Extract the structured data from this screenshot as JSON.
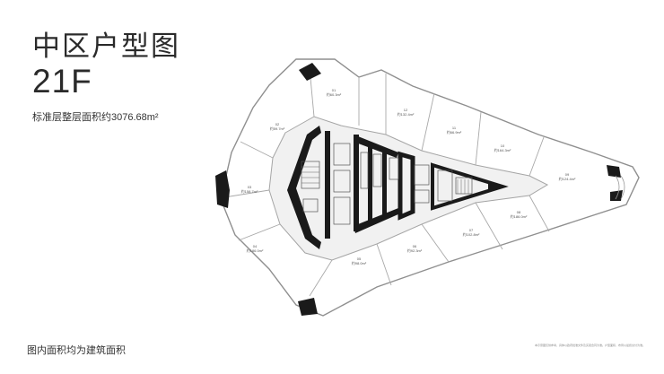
{
  "header": {
    "title": "中区户型图",
    "floor": "21F",
    "area_text": "标准层整层面积约3076.68m²"
  },
  "footer": {
    "note": "图内面积均为建筑面积",
    "disclaimer": "本示意图仅供参考，具体以政府批准文件及买卖合同为准。户型面积、布局以最终交付为准。"
  },
  "units": [
    {
      "id": "01",
      "area": "约60.3m²"
    },
    {
      "id": "02",
      "area": "约59.7m²"
    },
    {
      "id": "03",
      "area": "约158.7m²"
    },
    {
      "id": "04",
      "area": "约186.0m²"
    },
    {
      "id": "05",
      "area": "约98.0m²"
    },
    {
      "id": "06",
      "area": "约92.3m²"
    },
    {
      "id": "07",
      "area": "约102.8m²"
    },
    {
      "id": "08",
      "area": "约186.0m²"
    },
    {
      "id": "09",
      "area": "约124.4m²"
    },
    {
      "id": "10",
      "area": "约164.3m²"
    },
    {
      "id": "11",
      "area": "约66.9m²"
    },
    {
      "id": "12",
      "area": "约132.4m²"
    }
  ],
  "colors": {
    "wall": "#1a1a1a",
    "line": "#9a9a9a",
    "corridor": "#ececec",
    "text": "#2a2a2a"
  }
}
